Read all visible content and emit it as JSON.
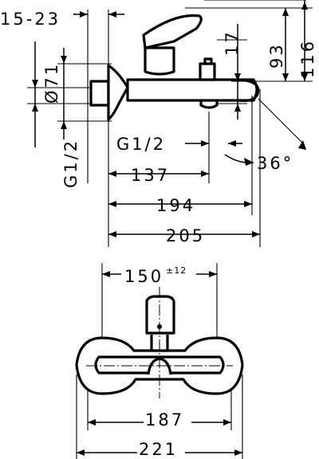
{
  "dimensions": {
    "side": {
      "wall_distance": "15-23",
      "outlet_diameter": "Ø71",
      "inlet_thread_left": "G1/2",
      "inlet_thread_right": "G1/2",
      "lever_height": "17",
      "height_outlet": "93",
      "height_total": "116",
      "depth_137": "137",
      "depth_194": "194",
      "depth_205": "205",
      "angle": "36°"
    },
    "front": {
      "centers": "150",
      "centers_tolerance": "±12",
      "width_187": "187",
      "width_221": "221"
    }
  }
}
